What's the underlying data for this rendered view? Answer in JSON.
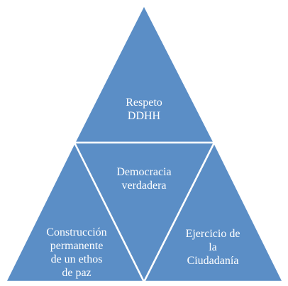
{
  "diagram": {
    "fill_color": "#5b8ec6",
    "border_color": "#ffffff",
    "top": {
      "lines": [
        "Respeto",
        "DDHH"
      ]
    },
    "center": {
      "lines": [
        "Democracia",
        "verdadera"
      ]
    },
    "left": {
      "lines": [
        "Construcción",
        "permanente",
        "de un ethos",
        "de paz"
      ]
    },
    "right": {
      "lines": [
        "Ejercicio de",
        "la",
        "Ciudadanía"
      ]
    }
  }
}
